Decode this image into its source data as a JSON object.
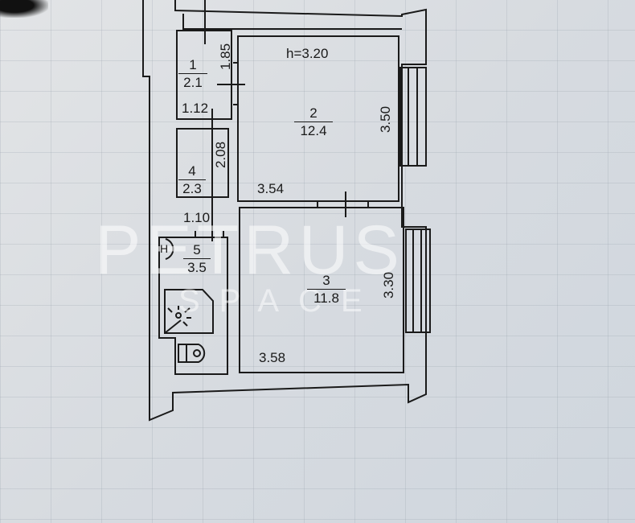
{
  "plan": {
    "ceiling_height": "h=3.20",
    "rooms": [
      {
        "number": "1",
        "area": "2.1",
        "dims": [
          "1.85",
          "1.12"
        ]
      },
      {
        "number": "2",
        "area": "12.4",
        "dims": [
          "3.50",
          "3.54"
        ]
      },
      {
        "number": "3",
        "area": "11.8",
        "dims": [
          "3.30",
          "3.58"
        ]
      },
      {
        "number": "4",
        "area": "2.3",
        "dims": [
          "2.08",
          "1.10"
        ]
      },
      {
        "number": "5",
        "area": "3.5",
        "dims": []
      }
    ],
    "fixture_marker": "H"
  },
  "watermark": {
    "line1": "PETRUS",
    "line2": "SPACE"
  },
  "colors": {
    "line": "#1a1a1a",
    "paper": "#d9dde2",
    "watermark": "#ffffff"
  }
}
